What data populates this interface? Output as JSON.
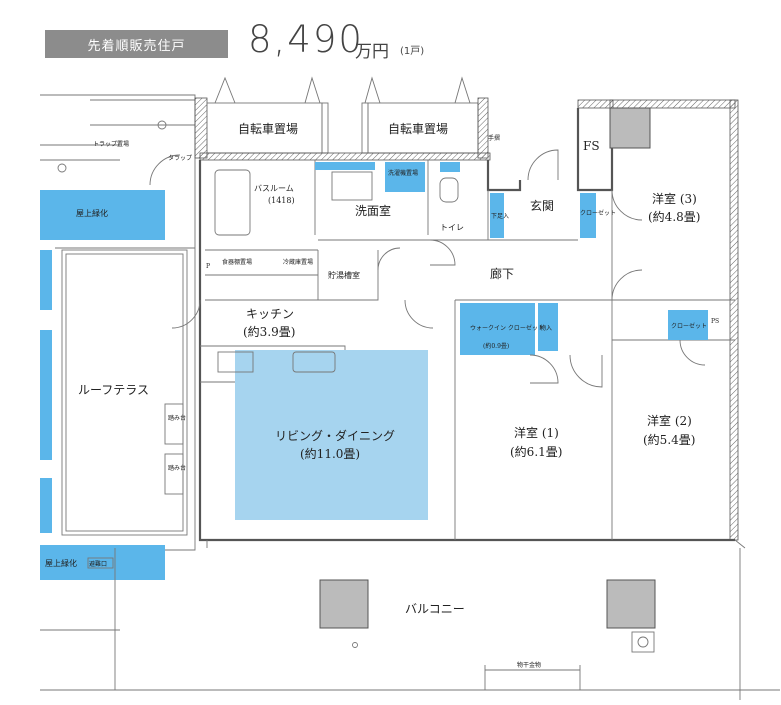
{
  "header": {
    "type_badge": "先着順販売住戸",
    "price_number": "8,490",
    "price_unit": "万円",
    "price_note": "(1戸)"
  },
  "rooms": {
    "bicycle_1": "自転車置場",
    "bicycle_2": "自転車置場",
    "bathroom": "バスルーム",
    "bathroom_size": "(1418)",
    "washroom": "洗面室",
    "washer": "洗濯機置場",
    "toilet": "トイレ",
    "shoe_closet": "下足入",
    "entrance": "玄関",
    "fs": "FS",
    "western_3": "洋室 (3)",
    "western_3_size": "(約4.8畳)",
    "closet_3": "クローゼット",
    "pantry": "食器棚置場",
    "fridge": "冷蔵庫置場",
    "water_heater": "貯湯槽室",
    "corridor": "廊下",
    "kitchen": "キッチン",
    "kitchen_size": "(約3.9畳)",
    "walk_in": "ウォークイン クローゼット",
    "walk_in_size": "(約0.9畳)",
    "storage": "物入",
    "closet_2": "クローゼット",
    "ps": "PS",
    "living": "リビング・ダイニング",
    "living_size": "(約11.0畳)",
    "western_1": "洋室 (1)",
    "western_1_size": "(約6.1畳)",
    "western_2": "洋室 (2)",
    "western_2_size": "(約5.4畳)",
    "roof_terrace": "ルーフテラス",
    "step_1": "踏み台",
    "step_2": "踏み台",
    "rooftop_green_1": "屋上緑化",
    "rooftop_green_2": "屋上緑化",
    "trap": "トラップ置場",
    "trap_2": "タラップ",
    "handrail": "手摺",
    "balcony": "バルコニー",
    "laundry_pole": "物干金物",
    "p_label": "P",
    "small_label": "避難口"
  },
  "colors": {
    "highlight_light": "#a6d4ef",
    "highlight_strong": "#5bb6ea",
    "badge": "#8c8c8c",
    "wall": "#555555"
  }
}
